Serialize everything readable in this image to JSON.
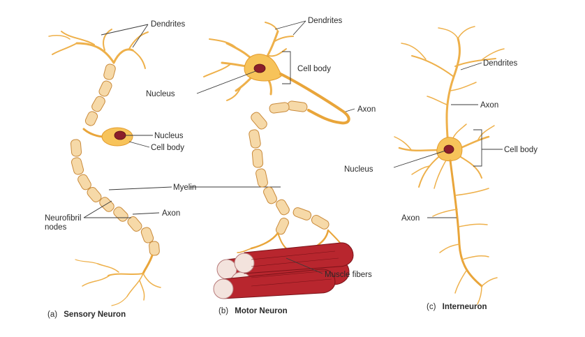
{
  "labels": {
    "a_dendrites": "Dendrites",
    "a_nucleus": "Nucleus",
    "a_cell_body": "Cell body",
    "a_myelin": "Myelin",
    "a_axon": "Axon",
    "a_nodes_1": "Neurofibril",
    "a_nodes_2": "nodes",
    "b_dendrites": "Dendrites",
    "b_cell_body": "Cell body",
    "b_nucleus": "Nucleus",
    "b_axon": "Axon",
    "b_muscle": "Muscle fibers",
    "c_dendrites": "Dendrites",
    "c_axon_top": "Axon",
    "c_cell_body": "Cell body",
    "c_nucleus": "Nucleus",
    "c_axon_bottom": "Axon"
  },
  "captions": {
    "a_prefix": "(a)",
    "a_title": "Sensory Neuron",
    "b_prefix": "(b)",
    "b_title": "Motor Neuron",
    "c_prefix": "(c)",
    "c_title": "Interneuron"
  },
  "colors": {
    "myelin": "#f6d9a8",
    "axon": "#e9a53a",
    "cell_body": "#f7c35a",
    "nucleus": "#8b1e2a",
    "muscle": "#b8262e"
  }
}
